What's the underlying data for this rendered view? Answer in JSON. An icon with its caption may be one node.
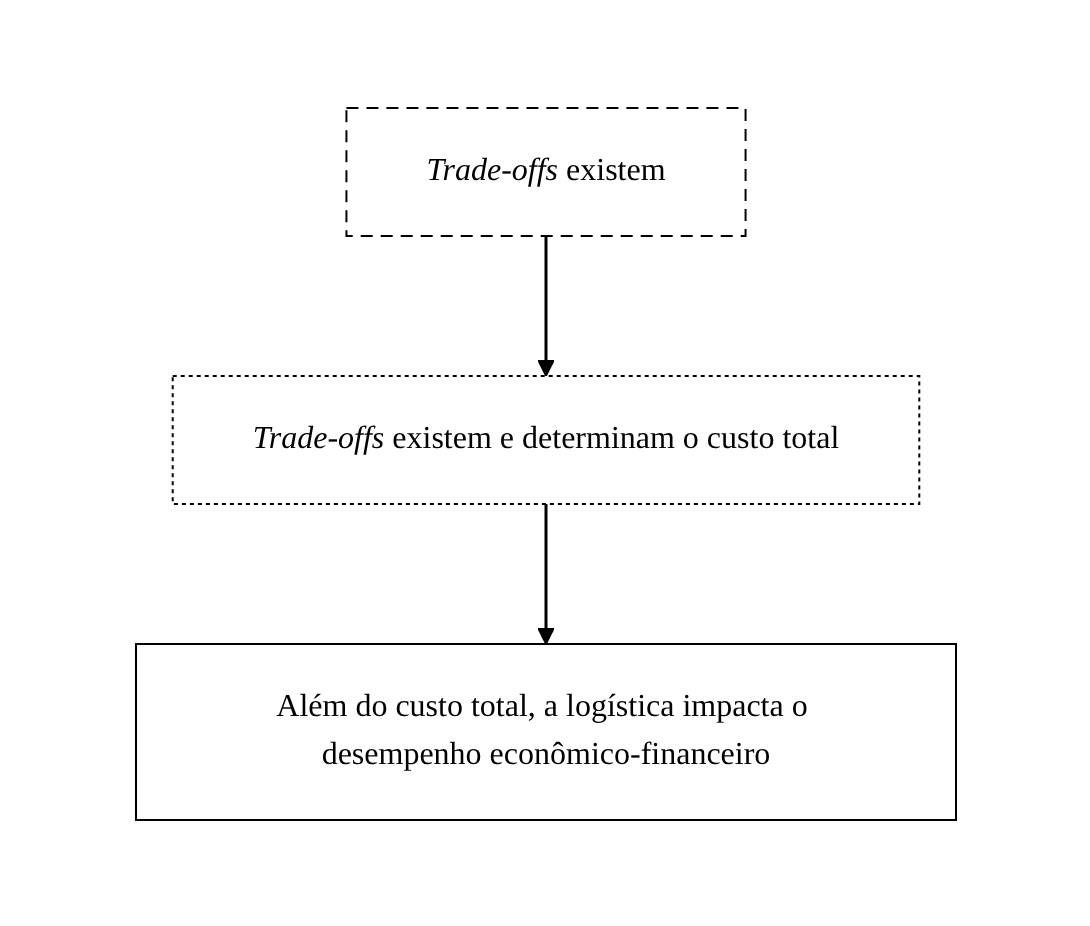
{
  "diagram": {
    "nodes": [
      {
        "text": [
          "*Trade-offs* existem"
        ]
      },
      {
        "text": [
          "*Trade-offs* existem e determinam o custo total"
        ]
      },
      {
        "text": [
          "Além do custo total, a logística impacta o desempenho econômico-financeiro"
        ]
      }
    ],
    "edges": [
      {
        "from": 0,
        "to": 1,
        "arrow": "to"
      },
      {
        "from": 1,
        "to": 2,
        "arrow": "to"
      }
    ]
  }
}
